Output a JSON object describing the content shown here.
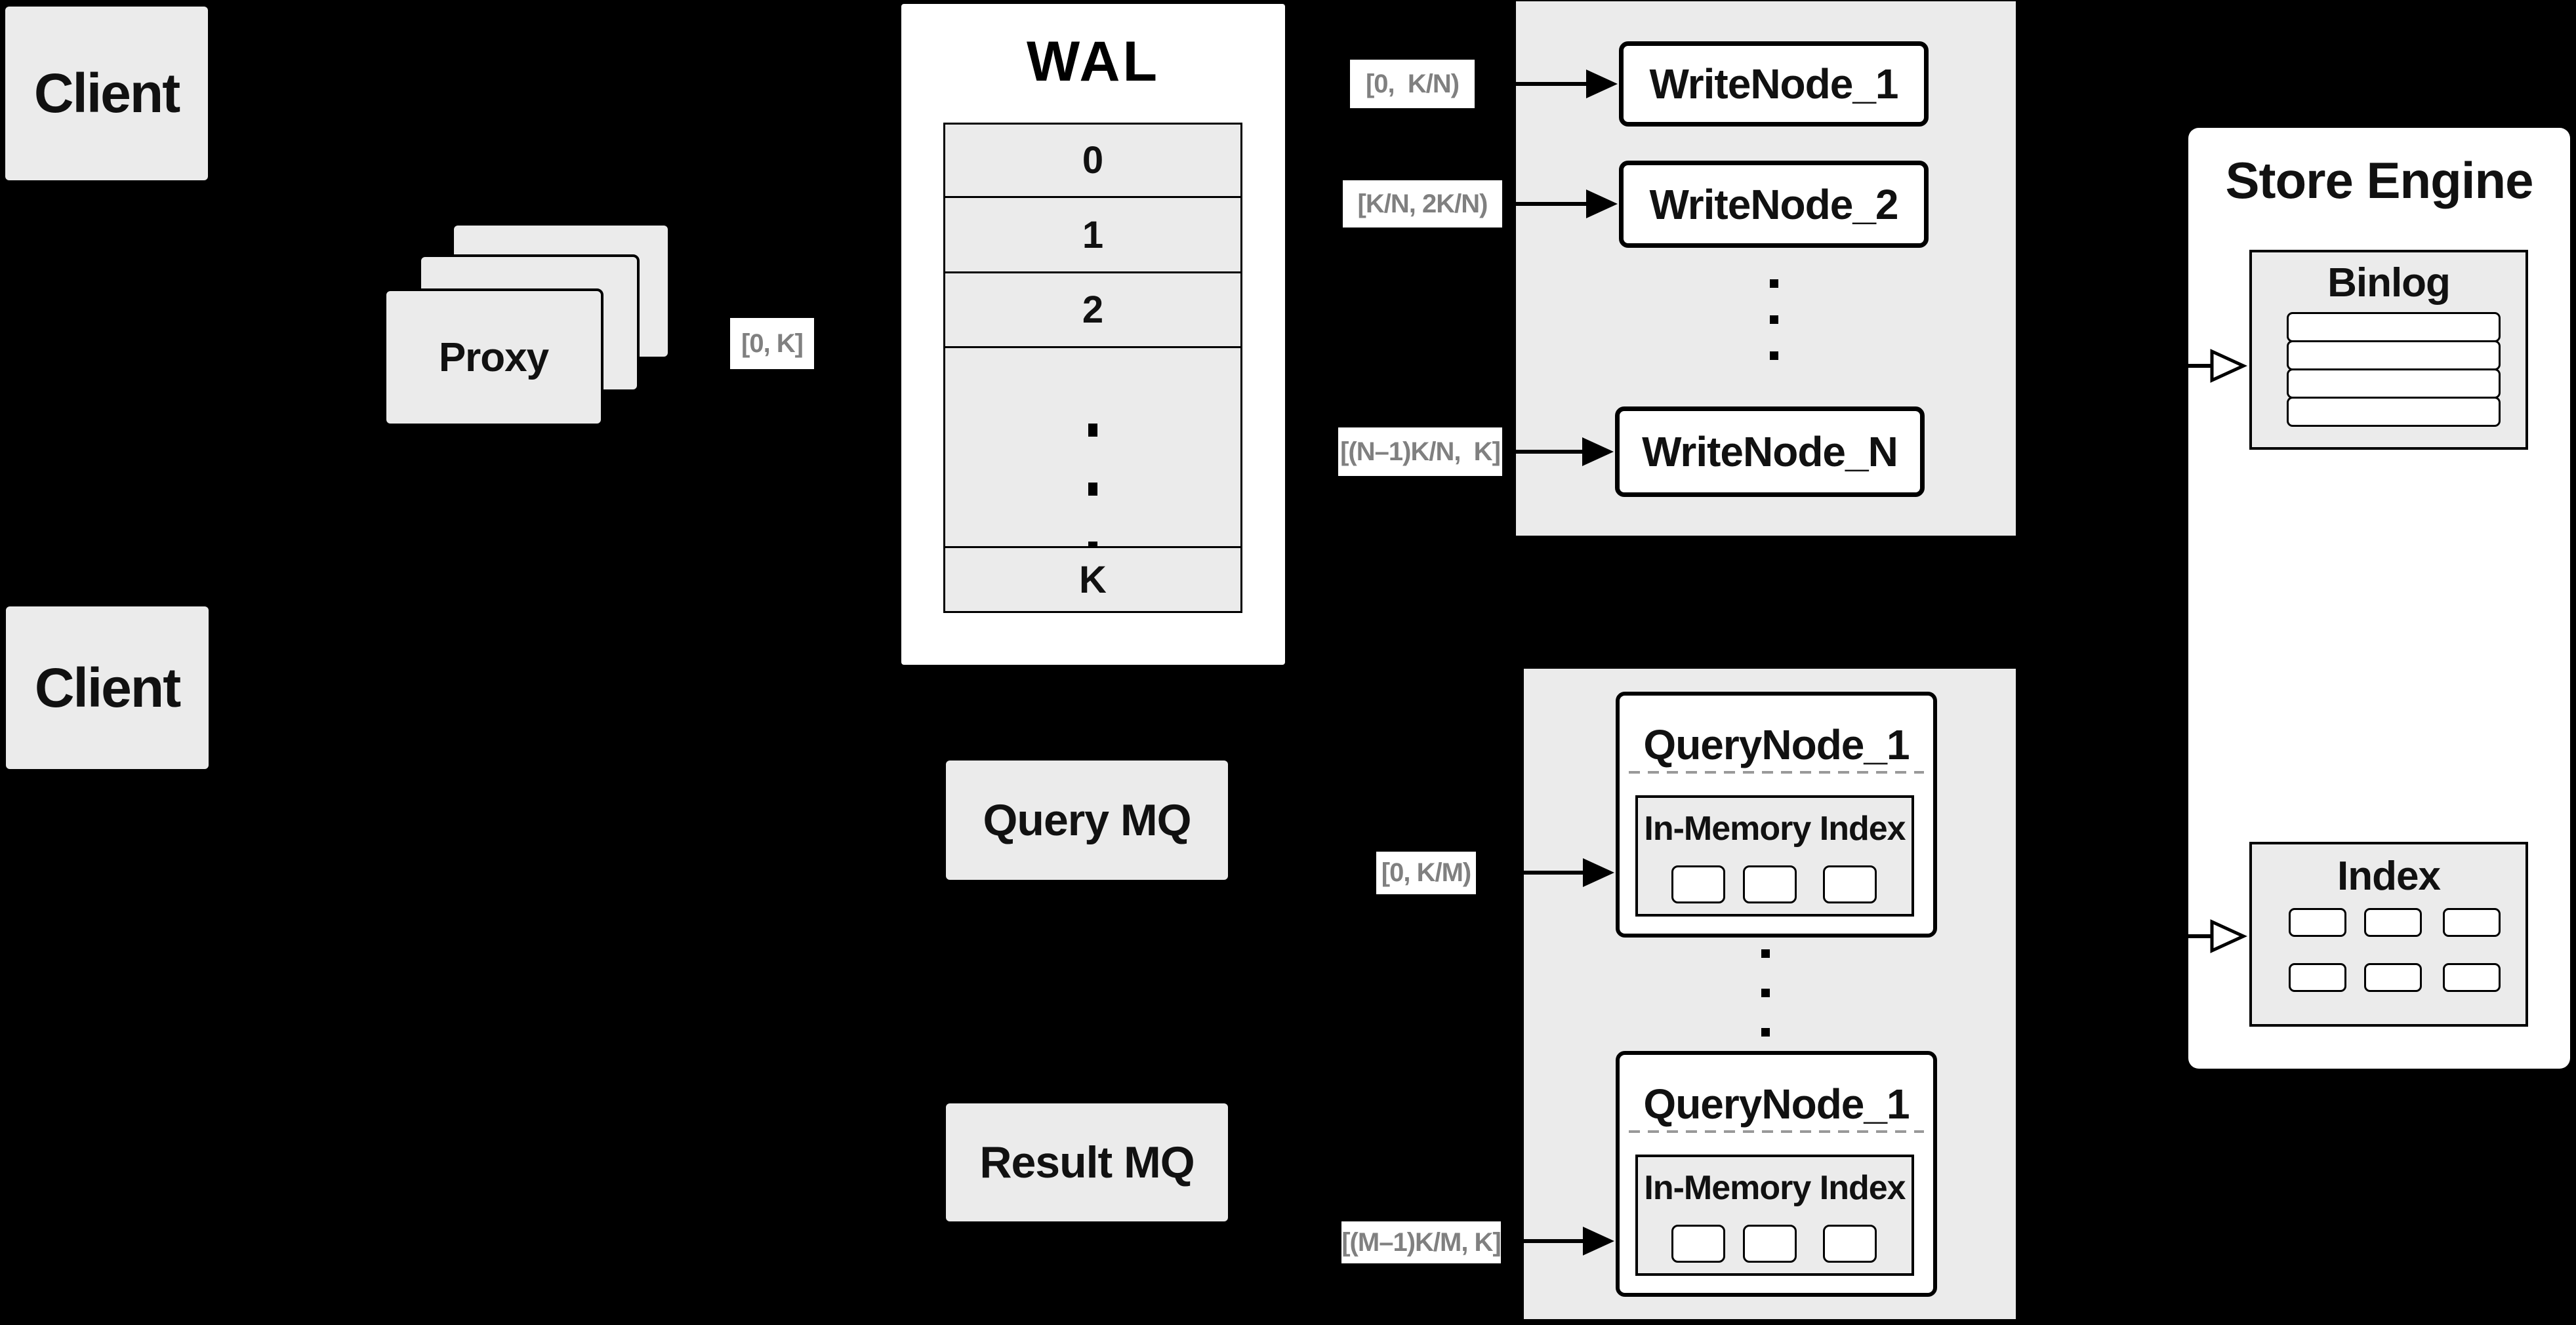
{
  "diagram": {
    "background": "#000000",
    "colors": {
      "box_fill": "#ebebeb",
      "box_border": "#000000",
      "node_fill": "#ffffff",
      "range_label_text": "#808080",
      "dashed_divider": "#999999",
      "arrow": "#000000"
    },
    "clients": {
      "top": "Client",
      "bottom": "Client"
    },
    "proxy": {
      "label": "Proxy",
      "stack_count": 3
    },
    "proxy_range_label": "[0, K]",
    "wal": {
      "title": "WAL",
      "rows": [
        "0",
        "1",
        "2",
        "K"
      ],
      "ellipsis": "vertical-dots"
    },
    "write_section": {
      "range_labels": [
        "[0,  K/N)",
        "[K/N, 2K/N)",
        "[(N–1)K/N,  K]"
      ],
      "nodes": [
        "WriteNode_1",
        "WriteNode_2",
        "WriteNode_N"
      ],
      "ellipsis": "vertical-dots"
    },
    "mq": {
      "query": "Query MQ",
      "result": "Result MQ"
    },
    "query_section": {
      "range_labels": [
        "[0, K/M)",
        "[(M–1)K/M, K]"
      ],
      "nodes": [
        {
          "title": "QueryNode_1",
          "inner_title": "In-Memory Index",
          "segment_count": 3
        },
        {
          "title": "QueryNode_1",
          "inner_title": "In-Memory Index",
          "segment_count": 3
        }
      ],
      "ellipsis": "vertical-dots"
    },
    "store": {
      "title": "Store Engine",
      "binlog": {
        "title": "Binlog",
        "row_count": 4
      },
      "index": {
        "title": "Index",
        "box_count": 6
      }
    }
  }
}
